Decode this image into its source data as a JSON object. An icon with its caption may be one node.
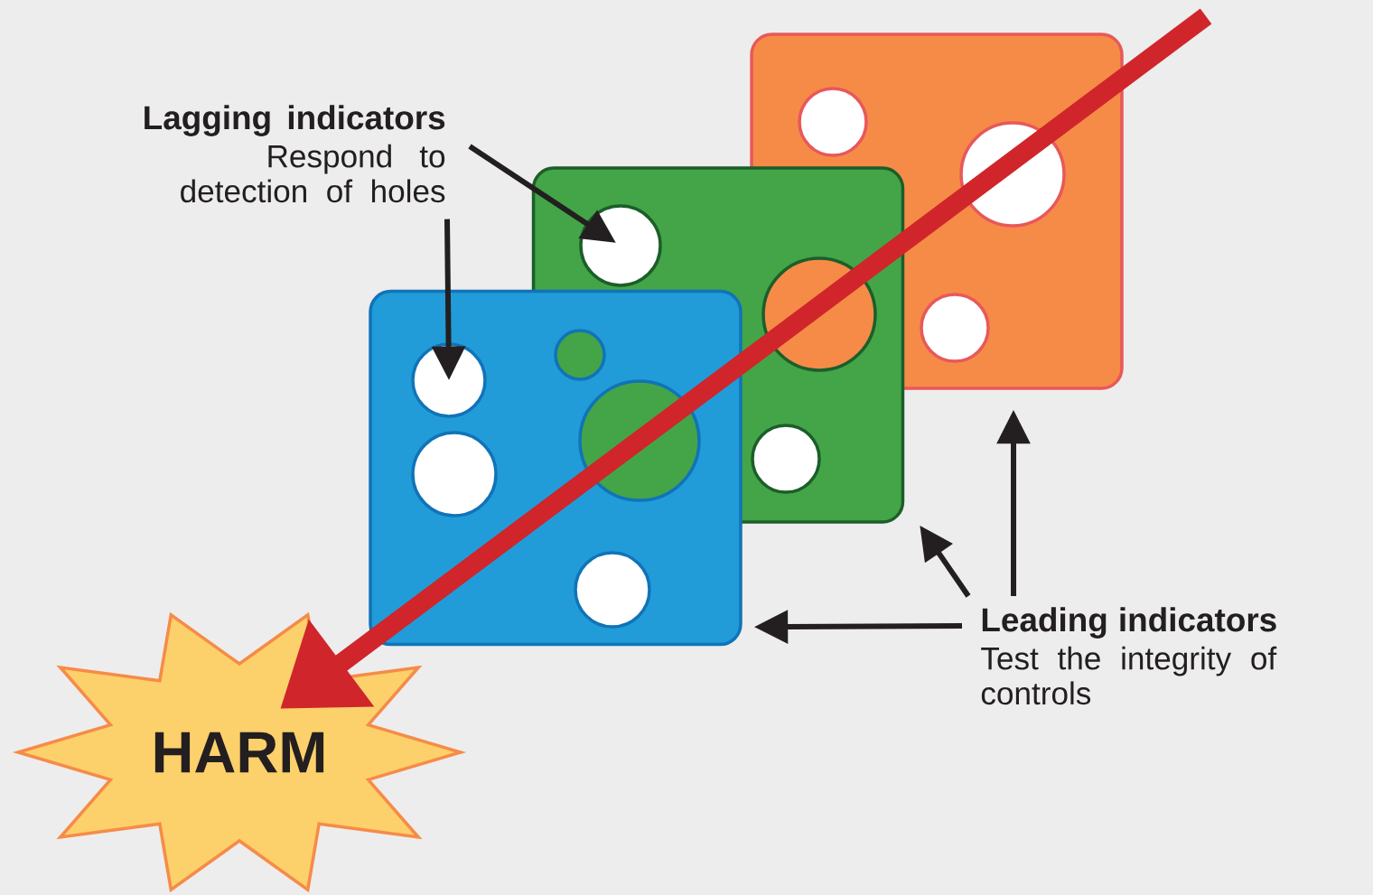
{
  "diagram": {
    "nodes": [
      {
        "text": [
          "Lagging indicators",
          "Respond to detection of holes"
        ]
      },
      {
        "text": [],
        "shape": "box"
      },
      {
        "text": [],
        "shape": "circle",
        "in": 1
      },
      {
        "text": [],
        "shape": "circle",
        "in": 1
      },
      {
        "text": [],
        "shape": "circle",
        "in": 1
      },
      {
        "text": [],
        "shape": "box"
      },
      {
        "text": [],
        "shape": "circle",
        "in": 5
      },
      {
        "text": [],
        "shape": "circle"
      },
      {
        "text": [],
        "shape": "circle",
        "in": 5
      },
      {
        "text": [],
        "shape": "box"
      },
      {
        "text": [],
        "shape": "circle"
      },
      {
        "text": [],
        "shape": "circle",
        "in": 9
      },
      {
        "text": [],
        "shape": "circle"
      },
      {
        "text": [],
        "shape": "circle",
        "in": 9
      },
      {
        "text": [],
        "shape": "circle",
        "in": 9
      },
      {
        "text": [
          "Leading indicators",
          "Test the integrity of controls"
        ]
      },
      {
        "text": [
          "HARM"
        ]
      }
    ],
    "edges": [
      {
        "from": 0,
        "to": 6,
        "arrow": "to"
      },
      {
        "from": 0,
        "to": 11,
        "arrow": "to"
      },
      {
        "from": 15,
        "to": 9,
        "arrow": "to"
      },
      {
        "from": 15,
        "to": 5,
        "arrow": "to"
      },
      {
        "from": 15,
        "to": 1,
        "arrow": "to"
      },
      {
        "from": null,
        "to": 16,
        "arrow": "to",
        "style": "thick",
        "color": "#d0252a"
      }
    ]
  }
}
